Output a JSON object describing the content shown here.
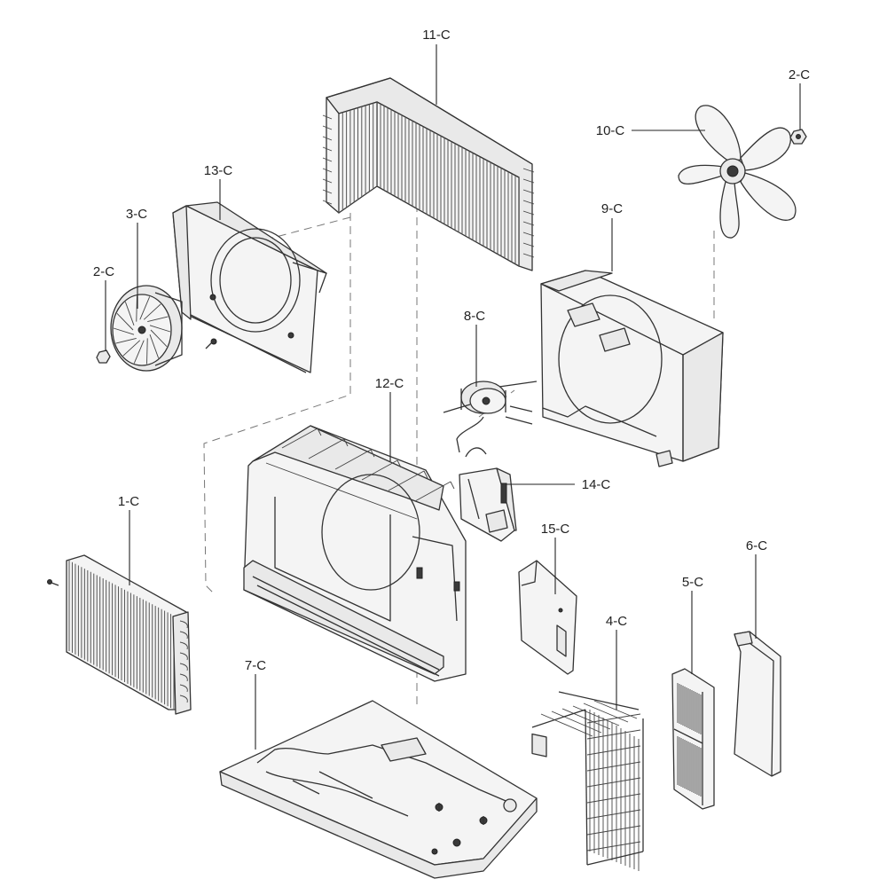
{
  "diagram": {
    "parts": [
      {
        "id": "11-C"
      },
      {
        "id": "2-C"
      },
      {
        "id": "10-C"
      },
      {
        "id": "13-C"
      },
      {
        "id": "3-C"
      },
      {
        "id": "9-C"
      },
      {
        "id": "2-C"
      },
      {
        "id": "8-C"
      },
      {
        "id": "12-C"
      },
      {
        "id": "14-C"
      },
      {
        "id": "1-C"
      },
      {
        "id": "15-C"
      },
      {
        "id": "6-C"
      },
      {
        "id": "5-C"
      },
      {
        "id": "4-C"
      },
      {
        "id": "7-C"
      }
    ]
  }
}
